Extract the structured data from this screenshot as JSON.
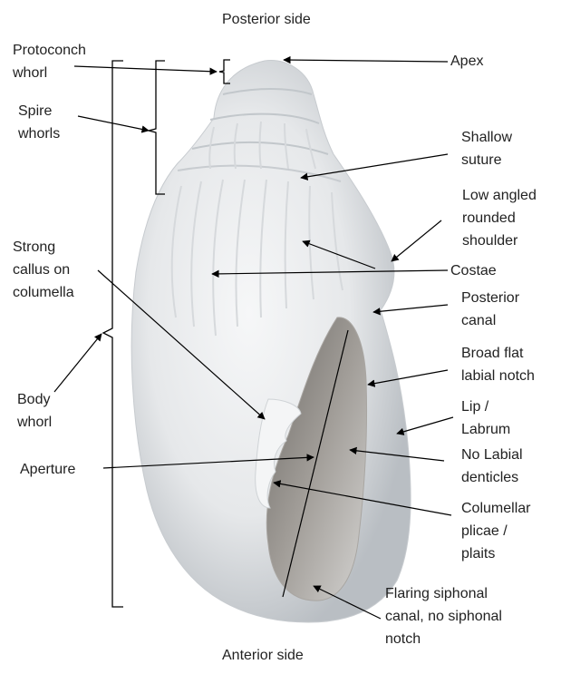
{
  "labels": {
    "posterior": "Posterior side",
    "anterior": "Anterior side",
    "protoconch": "Protoconch\nwhorl",
    "spire": "Spire\nwhorls",
    "strong_callus": "Strong\ncallus on\ncolumella",
    "body_whorl": "Body\nwhorl",
    "aperture": "Aperture",
    "apex": "Apex",
    "shallow_suture": "Shallow\nsuture",
    "shoulder": "Low angled\nrounded\nshoulder",
    "costae": "Costae",
    "posterior_canal": "Posterior\ncanal",
    "labial_notch": "Broad flat\nlabial notch",
    "lip": "Lip /\nLabrum",
    "no_denticles": "No Labial\ndenticles",
    "plicae": "Columellar\nplicae /\nplaits",
    "siphonal": "Flaring siphonal\ncanal, no siphonal\nnotch"
  },
  "colors": {
    "text": "#222222",
    "lines": "#000000",
    "shell": "#eceeef",
    "shell_shadow": "#b9bec3",
    "aperture": "#8d8a86"
  }
}
